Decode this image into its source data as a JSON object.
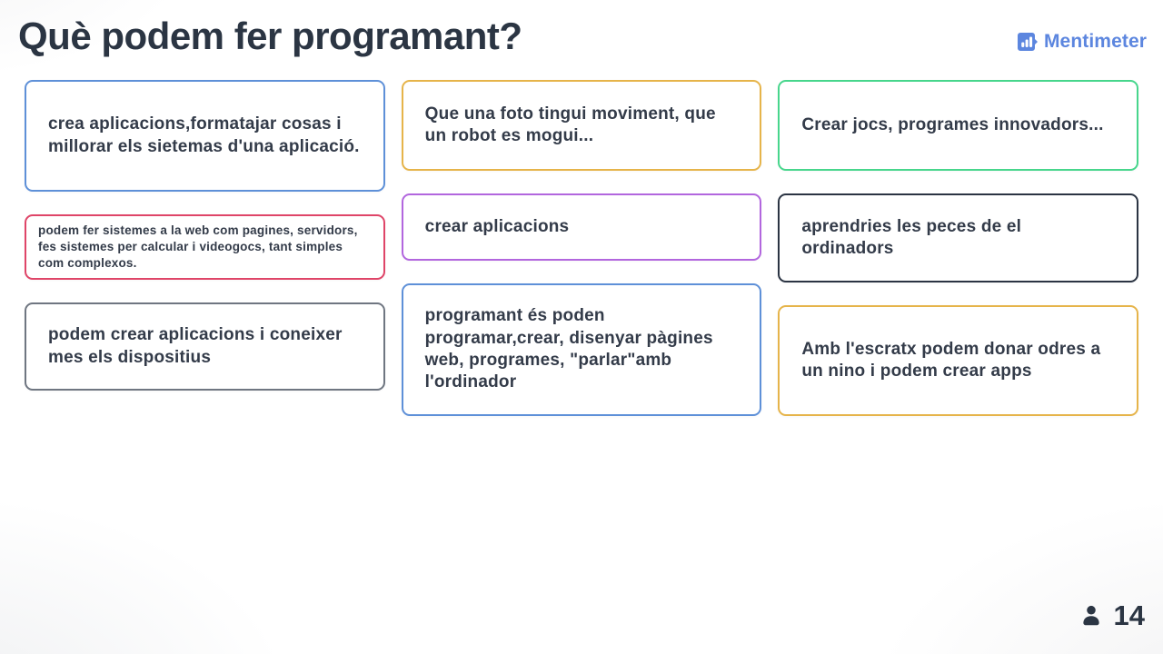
{
  "slide": {
    "title": "Què podem fer programant?",
    "participants_count": "14"
  },
  "brand": {
    "name": "Mentimeter",
    "color": "#5c86df"
  },
  "colors": {
    "title_text": "#2b3543",
    "card_text": "#333b49",
    "blue": "#5e90d8",
    "yellow": "#e6b44a",
    "green": "#47d68c",
    "pink": "#df4568",
    "purple": "#b266de",
    "dark": "#2b3443",
    "gray": "#6f7681"
  },
  "columns": [
    {
      "cards": [
        {
          "text": "crea aplicacions,formatajar cosas i millorar els sietemas d'una aplicació.",
          "border": "#5e90d8"
        },
        {
          "text": "podem fer sistemes a la web com pagines, servidors, fes sistemes per calcular i videogocs, tant simples com complexos.",
          "border": "#df4568"
        },
        {
          "text": "podem crear aplicacions i coneixer mes els dispositius",
          "border": "#6f7681"
        }
      ]
    },
    {
      "cards": [
        {
          "text": "Que una foto tingui moviment, que un robot es mogui...",
          "border": "#e6b44a"
        },
        {
          "text": "crear aplicacions",
          "border": "#b266de"
        },
        {
          "text": "programant és poden programar,crear, disenyar pàgines web, programes, \"parlar\"amb l'ordinador",
          "border": "#5e90d8"
        }
      ]
    },
    {
      "cards": [
        {
          "text": "Crear jocs, programes innovadors...",
          "border": "#47d68c"
        },
        {
          "text": "aprendries les peces de el ordinadors",
          "border": "#2b3443"
        },
        {
          "text": "Amb l'escratx podem donar odres a un nino i podem crear apps",
          "border": "#e6b44a"
        }
      ]
    }
  ]
}
